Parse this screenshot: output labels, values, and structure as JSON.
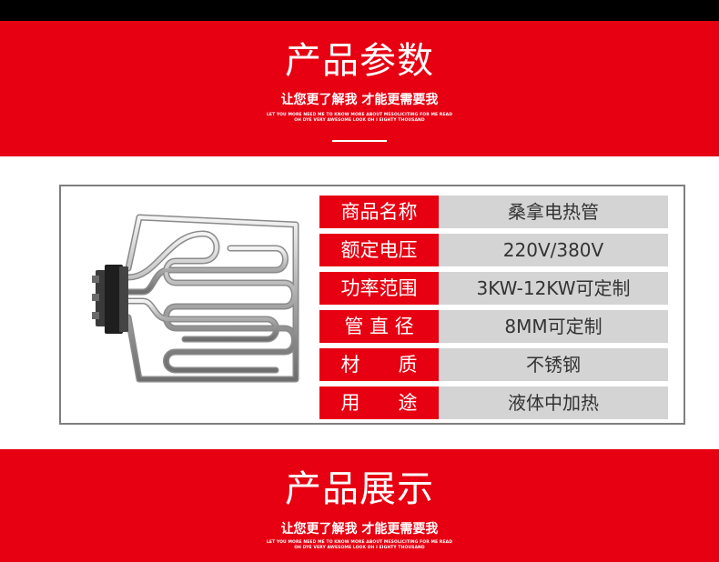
{
  "section_params": {
    "title": "产品参数",
    "subtitle": "让您更了解我 才能更需要我",
    "english_line1": "LET YOU MORE NEED ME TO KNOW MORE ABOUT MESOLICITING FOR ME READ",
    "english_line2": "OH DYE VERY AWESOME LOOK OH I EIGHTY THOUSAND"
  },
  "specs": [
    {
      "label": "商品名称",
      "value": "桑拿电热管"
    },
    {
      "label": "额定电压",
      "value": "220V/380V"
    },
    {
      "label": "功率范围",
      "value": "3KW-12KW可定制"
    },
    {
      "label": "管 直 径",
      "value": "8MM可定制"
    },
    {
      "label": "材　　质",
      "value": "不锈钢"
    },
    {
      "label": "用　　途",
      "value": "液体中加热"
    }
  ],
  "section_display": {
    "title": "产品展示",
    "subtitle": "让您更了解我 才能更需要我",
    "english_line1": "LET YOU MORE NEED ME TO KNOW MORE ABOUT MESOLICITING FOR ME READ",
    "english_line2": "OH DYE VERY AWESOME LOOK OH I EIGHTY THOUSAND"
  },
  "colors": {
    "brand_red": "#e60012",
    "value_gray": "#d4d4d4",
    "border_gray": "#7f7f7f"
  }
}
